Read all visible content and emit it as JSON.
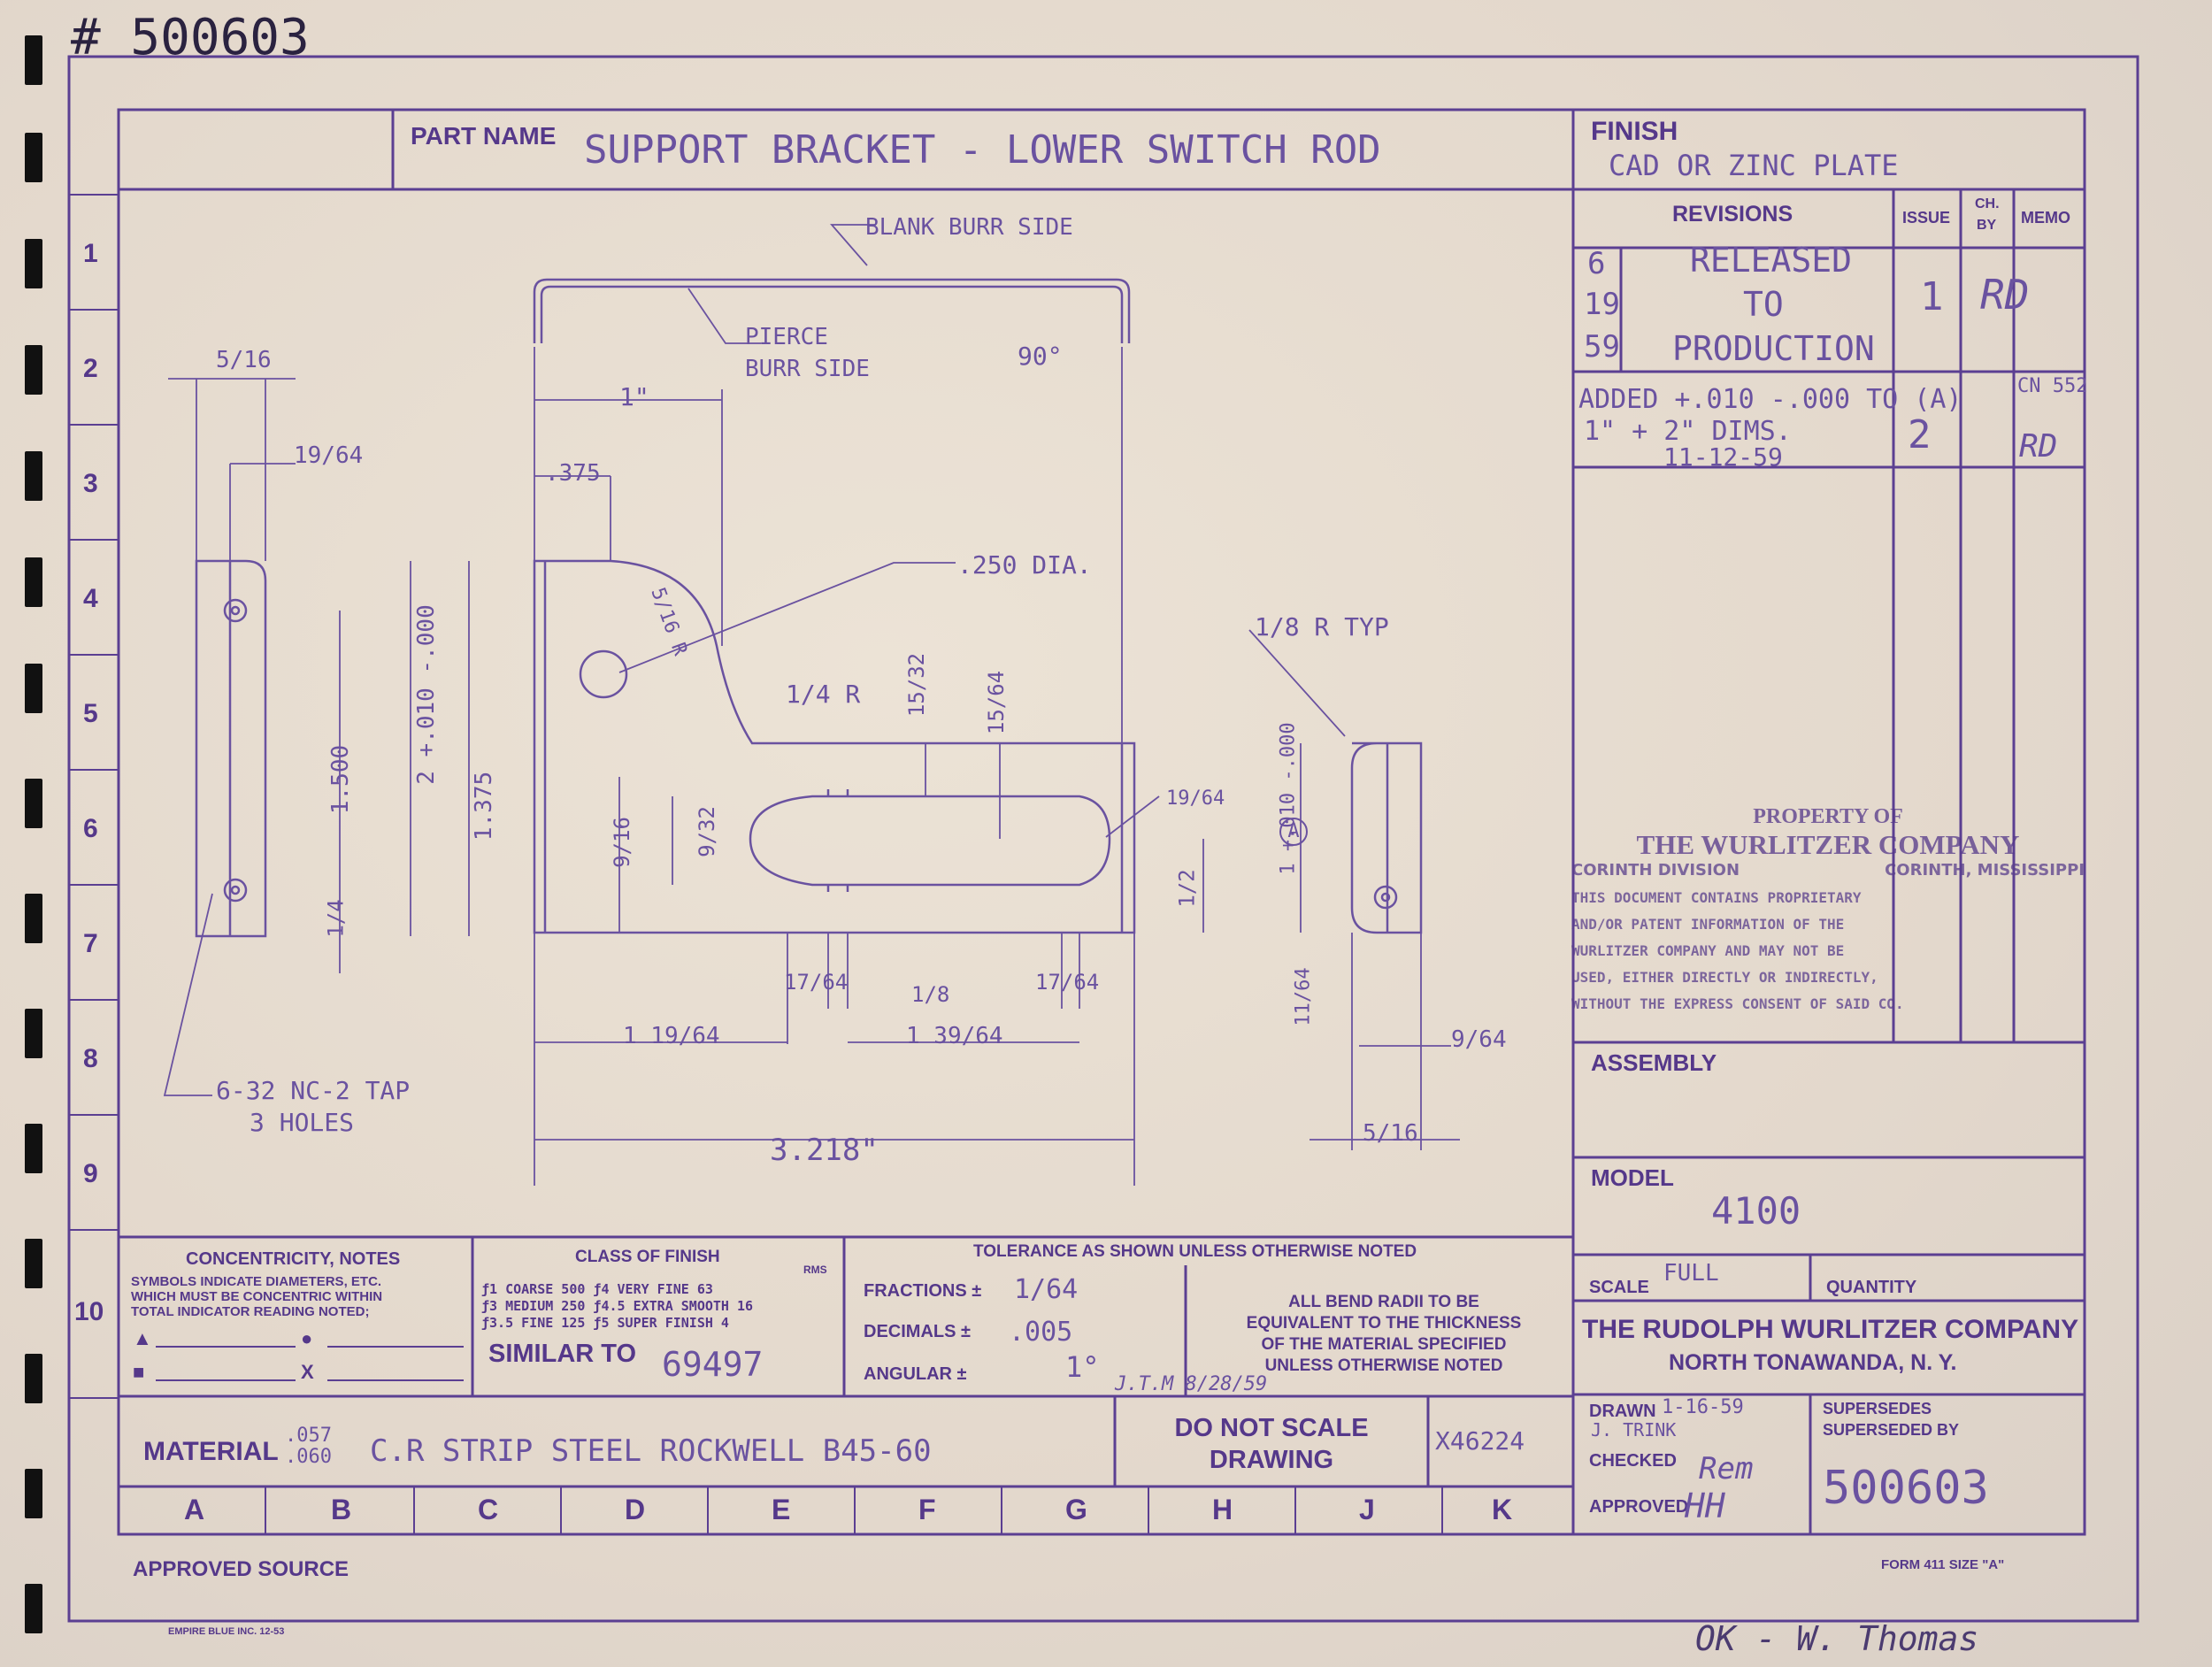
{
  "header": {
    "drawing_ref_handwritten": "# 500603"
  },
  "title_block": {
    "part_name_label": "PART NAME",
    "part_name": "SUPPORT BRACKET - LOWER SWITCH ROD",
    "finish_label": "FINISH",
    "finish": "CAD OR ZINC PLATE"
  },
  "revisions": {
    "header": {
      "revisions": "REVISIONS",
      "issue": "ISSUE",
      "ch_by_1": "CH.",
      "ch_by_2": "BY",
      "memo": "MEMO"
    },
    "rows": [
      {
        "date_1": "6",
        "date_2": "19",
        "date_3": "59",
        "desc_1": "RELEASED",
        "desc_2": "TO",
        "desc_3": "PRODUCTION",
        "issue": "1",
        "ch_by": "RD"
      },
      {
        "desc_1": "ADDED +.010 -.000 TO (A)",
        "desc_2": "1\" + 2\" DIMS.",
        "desc_3": "11-12-59",
        "issue": "2",
        "ch_by_1": "CN 552",
        "ch_by_2": "RD"
      }
    ]
  },
  "property": {
    "line1": "PROPERTY OF",
    "line2": "THE WURLITZER COMPANY",
    "line3_left": "CORINTH DIVISION",
    "line3_right": "CORINTH, MISSISSIPPI",
    "notice": [
      "THIS DOCUMENT CONTAINS PROPRIETARY",
      "AND/OR PATENT INFORMATION OF THE",
      "WURLITZER COMPANY AND MAY NOT BE",
      "USED, EITHER DIRECTLY OR INDIRECTLY,",
      "WITHOUT THE EXPRESS CONSENT OF SAID CO."
    ]
  },
  "assembly": {
    "label": "ASSEMBLY",
    "value": ""
  },
  "model": {
    "label": "MODEL",
    "value": "4100"
  },
  "scale": {
    "label": "SCALE",
    "value": "FULL"
  },
  "quantity": {
    "label": "QUANTITY",
    "value": ""
  },
  "company": {
    "name": "THE RUDOLPH WURLITZER COMPANY",
    "city": "NORTH TONAWANDA, N. Y."
  },
  "signoff": {
    "drawn_label": "DRAWN",
    "drawn_date": "1-16-59",
    "drawn_by": "J. TRINK",
    "checked_label": "CHECKED",
    "checked_by": "Rem",
    "approved_label": "APPROVED",
    "approved_by": "HH",
    "supersedes_label": "SUPERSEDES",
    "superseded_by_label": "SUPERSEDED BY",
    "drawing_number": "500603"
  },
  "notes": {
    "concentricity_title": "CONCENTRICITY, NOTES",
    "concentricity_text": [
      "SYMBOLS INDICATE DIAMETERS, ETC.",
      "WHICH MUST BE CONCENTRIC WITHIN",
      "TOTAL INDICATOR READING NOTED;"
    ],
    "symbols": [
      "▲",
      "●",
      "■",
      "X"
    ],
    "finish_class_title": "CLASS OF FINISH",
    "rms": "RMS",
    "finish_classes": [
      "ƒ1  COARSE  500  ƒ4  VERY FINE  63",
      "ƒ3  MEDIUM  250  ƒ4.5 EXTRA SMOOTH 16",
      "ƒ3.5 FINE   125  ƒ5  SUPER FINISH  4"
    ],
    "similar_to_label": "SIMILAR TO",
    "similar_to": "69497",
    "tolerance_title": "TOLERANCE AS SHOWN UNLESS OTHERWISE NOTED",
    "fractions_label": "FRACTIONS ±",
    "fractions": "1/64",
    "decimals_label": "DECIMALS ±",
    "decimals": ".005",
    "angular_label": "ANGULAR ±",
    "angular": "1°",
    "angular_note": "J.T.M 8/28/59",
    "bend_note": [
      "ALL BEND RADII TO BE",
      "EQUIVALENT TO THE THICKNESS",
      "OF THE MATERIAL SPECIFIED",
      "UNLESS OTHERWISE NOTED"
    ]
  },
  "material": {
    "label": "MATERIAL",
    "thickness_top": ".057",
    "thickness_bottom": ".060",
    "spec": "C.R STRIP STEEL ROCKWELL B45-60",
    "do_not_scale": [
      "DO NOT SCALE",
      "DRAWING"
    ],
    "ref": "X46224"
  },
  "zones": {
    "columns": [
      "A",
      "B",
      "C",
      "D",
      "E",
      "F",
      "G",
      "H",
      "J",
      "K"
    ],
    "rows": [
      "1",
      "2",
      "3",
      "4",
      "5",
      "6",
      "7",
      "8",
      "9",
      "10"
    ]
  },
  "footer": {
    "approved_source": "APPROVED SOURCE",
    "form": "FORM 411 SIZE \"A\"",
    "printer": "EMPIRE BLUE INC. 12-53",
    "ok_signature": "OK - W. Thomas"
  },
  "drawing": {
    "callouts": {
      "blank_burr": "BLANK BURR SIDE",
      "pierce_1": "PIERCE",
      "pierce_2": "BURR SIDE",
      "angle": "90°",
      "hole": ".250 DIA.",
      "radius_small": "1/8 R TYP",
      "radius_quarter": "1/4 R",
      "radius_5_16": "5/16 R",
      "tap_1": "6-32 NC-2 TAP",
      "tap_2": "3 HOLES",
      "rev_mark": "A"
    },
    "dims": {
      "d_5_16_top": "5/16",
      "d_19_64_top": "19/64",
      "d_1in": "1\"",
      "d_375": ".375",
      "d_15_32": "15/32",
      "d_15_64": "15/64",
      "d_1500": "1.500",
      "d_2": "2 +.010 -.000",
      "d_1375": "1.375",
      "d_1_4": "1/4",
      "d_9_16": "9/16",
      "d_9_32": "9/32",
      "d_19_64_r": "19/64",
      "d_1_tol": "1 +.010 -.000",
      "d_1_2": "1/2",
      "d_17_64_a": "17/64",
      "d_1_8": "1/8",
      "d_17_64_b": "17/64",
      "d_1_19_64": "1 19/64",
      "d_1_39_64": "1 39/64",
      "d_3218": "3.218\"",
      "d_11_64": "11/64",
      "d_9_64": "9/64",
      "d_5_16_bot": "5/16"
    }
  }
}
